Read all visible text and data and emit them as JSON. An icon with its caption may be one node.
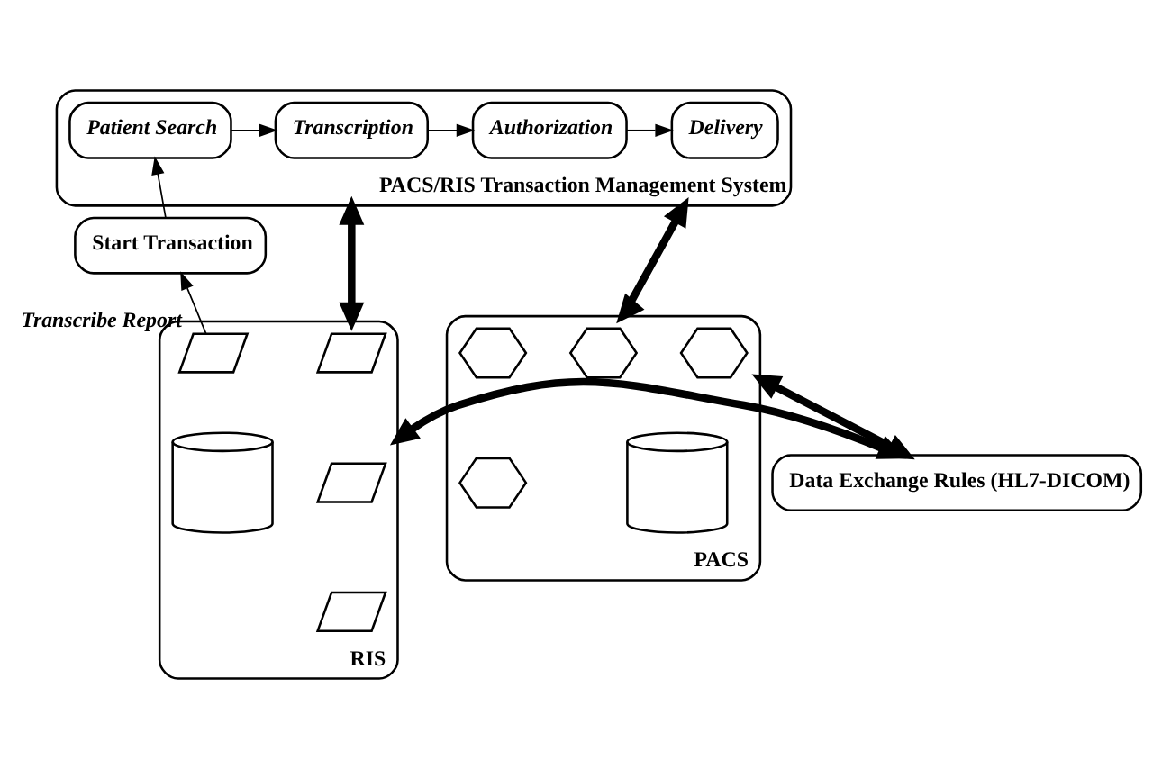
{
  "diagram": {
    "nodes": [
      {
        "text": [
          "PACS/RIS Transaction Management System"
        ]
      },
      {
        "text": [
          "Patient Search"
        ],
        "in": 0
      },
      {
        "text": [
          "Transcription"
        ],
        "in": 0
      },
      {
        "text": [
          "Authorization"
        ],
        "in": 0
      },
      {
        "text": [
          "Delivery"
        ],
        "in": 0
      },
      {
        "text": [
          "Start Transaction"
        ]
      },
      {
        "text": [
          "RIS"
        ]
      },
      {
        "text": [],
        "shape": "parallelogram",
        "in": 6,
        "beside": [
          "Transcribe Report"
        ]
      },
      {
        "text": [],
        "shape": "parallelogram",
        "in": 6
      },
      {
        "text": [],
        "shape": "parallelogram",
        "in": 6
      },
      {
        "text": [],
        "shape": "parallelogram",
        "in": 6
      },
      {
        "text": [],
        "shape": "cylinder",
        "in": 6
      },
      {
        "text": [
          "Data Exchange Rules (HL7-DICOM)"
        ]
      },
      {
        "text": [
          "PACS"
        ]
      },
      {
        "text": [],
        "shape": "hexagon",
        "in": 13
      },
      {
        "text": [],
        "shape": "hexagon",
        "in": 13
      },
      {
        "text": [],
        "shape": "hexagon",
        "in": 13
      },
      {
        "text": [],
        "shape": "hexagon",
        "in": 13
      },
      {
        "text": [],
        "shape": "cylinder",
        "in": 13
      }
    ],
    "edges": [
      {
        "from": 1,
        "to": 2,
        "arrow": "to"
      },
      {
        "from": 2,
        "to": 3,
        "arrow": "to"
      },
      {
        "from": 3,
        "to": 4,
        "arrow": "to"
      },
      {
        "from": 5,
        "to": 1,
        "arrow": "to"
      },
      {
        "from": 7,
        "to": 5,
        "arrow": "to"
      },
      {
        "from": 0,
        "to": 6,
        "arrow": "both",
        "style": "thick"
      },
      {
        "from": 0,
        "to": 13,
        "arrow": "both",
        "style": "thick"
      },
      {
        "from": 6,
        "to": 12,
        "arrow": "both",
        "style": "thick"
      },
      {
        "from": 12,
        "to": 13,
        "arrow": "both",
        "style": "thick"
      }
    ]
  }
}
